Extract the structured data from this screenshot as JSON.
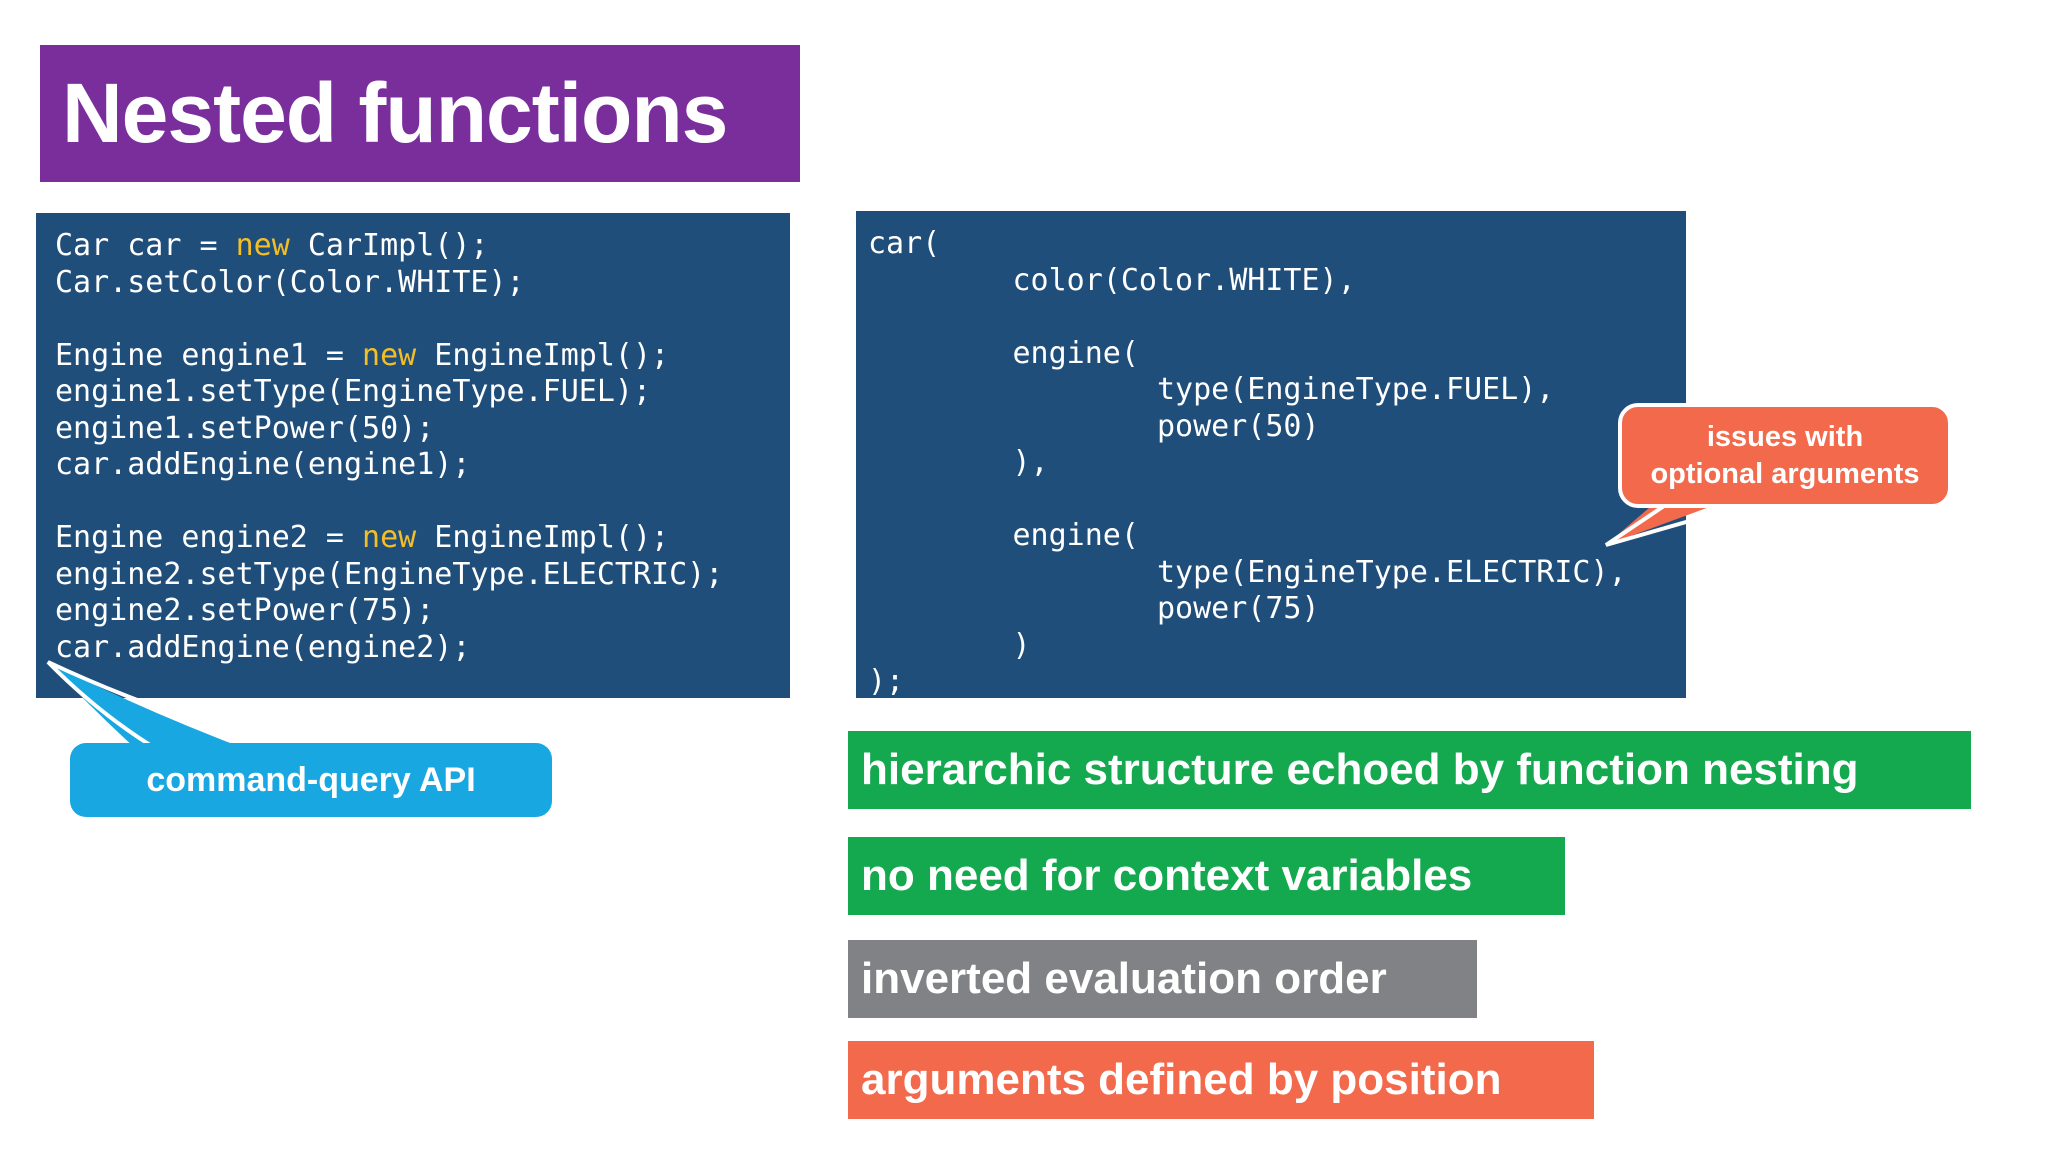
{
  "slide": {
    "title": "Nested functions",
    "colors": {
      "title_bg": "#7A2E9C",
      "code_bg": "#204E7B",
      "code_text": "#FFFFFF",
      "keyword": "#F3BE26",
      "callout_cyan": "#19A7E2",
      "callout_orange": "#F2694C",
      "banner_green": "#15A94F",
      "banner_gray": "#808285",
      "banner_orange": "#F2694C"
    }
  },
  "left_code": {
    "lines": [
      "Car car = new CarImpl();",
      "Car.setColor(Color.WHITE);",
      "",
      "Engine engine1 = new EngineImpl();",
      "engine1.setType(EngineType.FUEL);",
      "engine1.setPower(50);",
      "car.addEngine(engine1);",
      "",
      "Engine engine2 = new EngineImpl();",
      "engine2.setType(EngineType.ELECTRIC);",
      "engine2.setPower(75);",
      "car.addEngine(engine2);"
    ]
  },
  "right_code": {
    "lines": [
      "car(",
      "        color(Color.WHITE),",
      "",
      "        engine(",
      "                type(EngineType.FUEL),",
      "                power(50)",
      "        ),",
      "",
      "        engine(",
      "                type(EngineType.ELECTRIC),",
      "                power(75)",
      "        )",
      ");"
    ]
  },
  "callouts": {
    "command_query": {
      "label": "command-query API"
    },
    "optional_args": {
      "line1": "issues with",
      "line2": "optional arguments"
    }
  },
  "banners": [
    {
      "label": "hierarchic structure echoed by function nesting",
      "color": "#15A94F"
    },
    {
      "label": "no need for context variables",
      "color": "#15A94F"
    },
    {
      "label": "inverted evaluation order",
      "color": "#808285"
    },
    {
      "label": "arguments defined by position",
      "color": "#F2694C"
    }
  ]
}
